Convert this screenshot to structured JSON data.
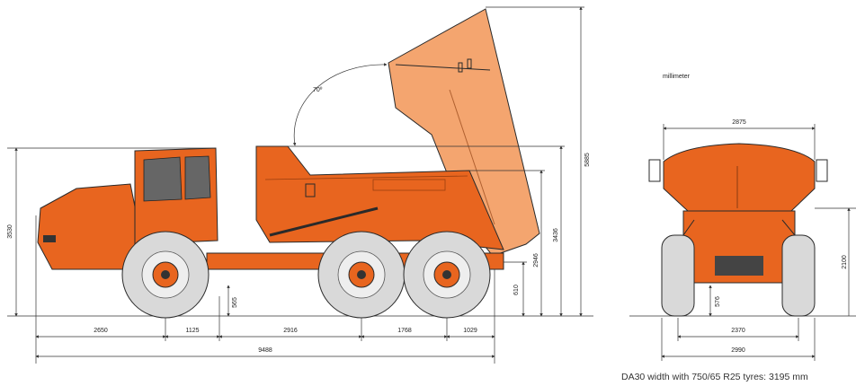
{
  "unit_label": "millimeter",
  "angle_label": "70º",
  "side_view": {
    "horizontal": [
      "2650",
      "1125",
      "2916",
      "1768",
      "1029"
    ],
    "overall_length": "9488",
    "vertical": {
      "cab_height": "3530",
      "ground_clearance": "565",
      "tipped_tail_clearance": "610",
      "loading_height": "2946",
      "body_height": "3436",
      "tipped_height": "5885"
    }
  },
  "rear_view": {
    "body_width": "2875",
    "track": "2370",
    "overall_width": "2990",
    "clearance": "576",
    "side_height": "2100"
  },
  "caption": "DA30 width with 750/65 R25 tyres: 3195 mm",
  "colors": {
    "body": "#e8651f",
    "raised_body": "#f4a56f",
    "tyre": "#d9d9d9",
    "outline": "#2a2a2a"
  }
}
